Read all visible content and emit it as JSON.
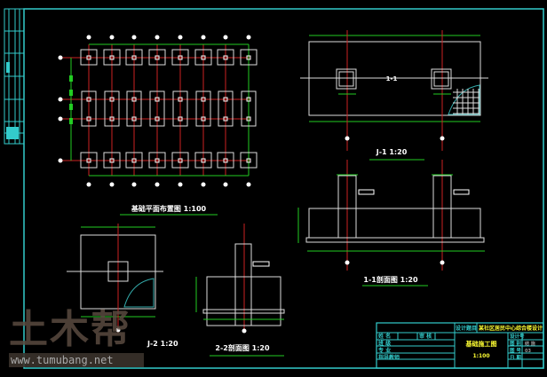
{
  "drawing": {
    "plan_title": "基础平面布置图 1:100",
    "j1_title": "J-1 1:20",
    "j2_title": "J-2 1:20",
    "sec11_title": "1-1剖面图 1:20",
    "sec22_title": "2-2剖面图 1:20",
    "j1_label": "1-1",
    "colors": {
      "frame": "#33cccc",
      "axis": "#cc2222",
      "dim": "#22cc22",
      "line": "#ffffff",
      "hatch": "#33aaaa",
      "text_hl": "#ffff33"
    }
  },
  "title_block": {
    "design_topic_label": "设计题目",
    "design_topic": "某社区居民中心综合楼设计",
    "drawing_name": "基础施工图",
    "scale": "1:100",
    "rows": [
      "姓 名",
      "班 级",
      "专 业",
      "指导教师"
    ],
    "review_label": "审 核",
    "right_rows": [
      "设计号",
      "图 别",
      "图 号",
      "日 期"
    ],
    "right_values": [
      "结 施",
      "03"
    ]
  },
  "watermark": {
    "logo": "土木帮",
    "url": "www.tumubang.net"
  }
}
